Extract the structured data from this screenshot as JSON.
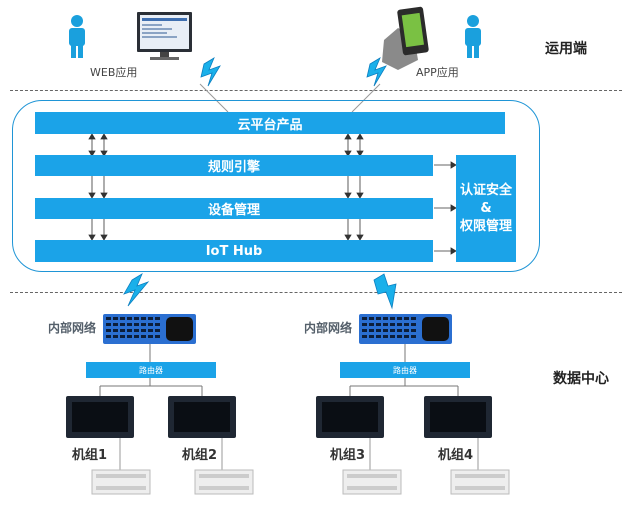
{
  "zones": {
    "app_side": "运用端",
    "data_center": "数据中心"
  },
  "apps": {
    "web": "WEB应用",
    "app": "APP应用"
  },
  "layers": {
    "cloud": "云平台产品",
    "rules": "规则引擎",
    "device": "设备管理",
    "iot": "IoT Hub"
  },
  "security": {
    "line1": "认证安全",
    "line2": "&",
    "line3": "权限管理"
  },
  "network": {
    "label": "内部网络",
    "router": "路由器"
  },
  "units": [
    "机组1",
    "机组2",
    "机组3",
    "机组4"
  ],
  "colors": {
    "accent": "#1ba3e8",
    "switch": "#2b6fd1",
    "bolt": "#1ab0ea",
    "person": "#1aa0dd"
  }
}
